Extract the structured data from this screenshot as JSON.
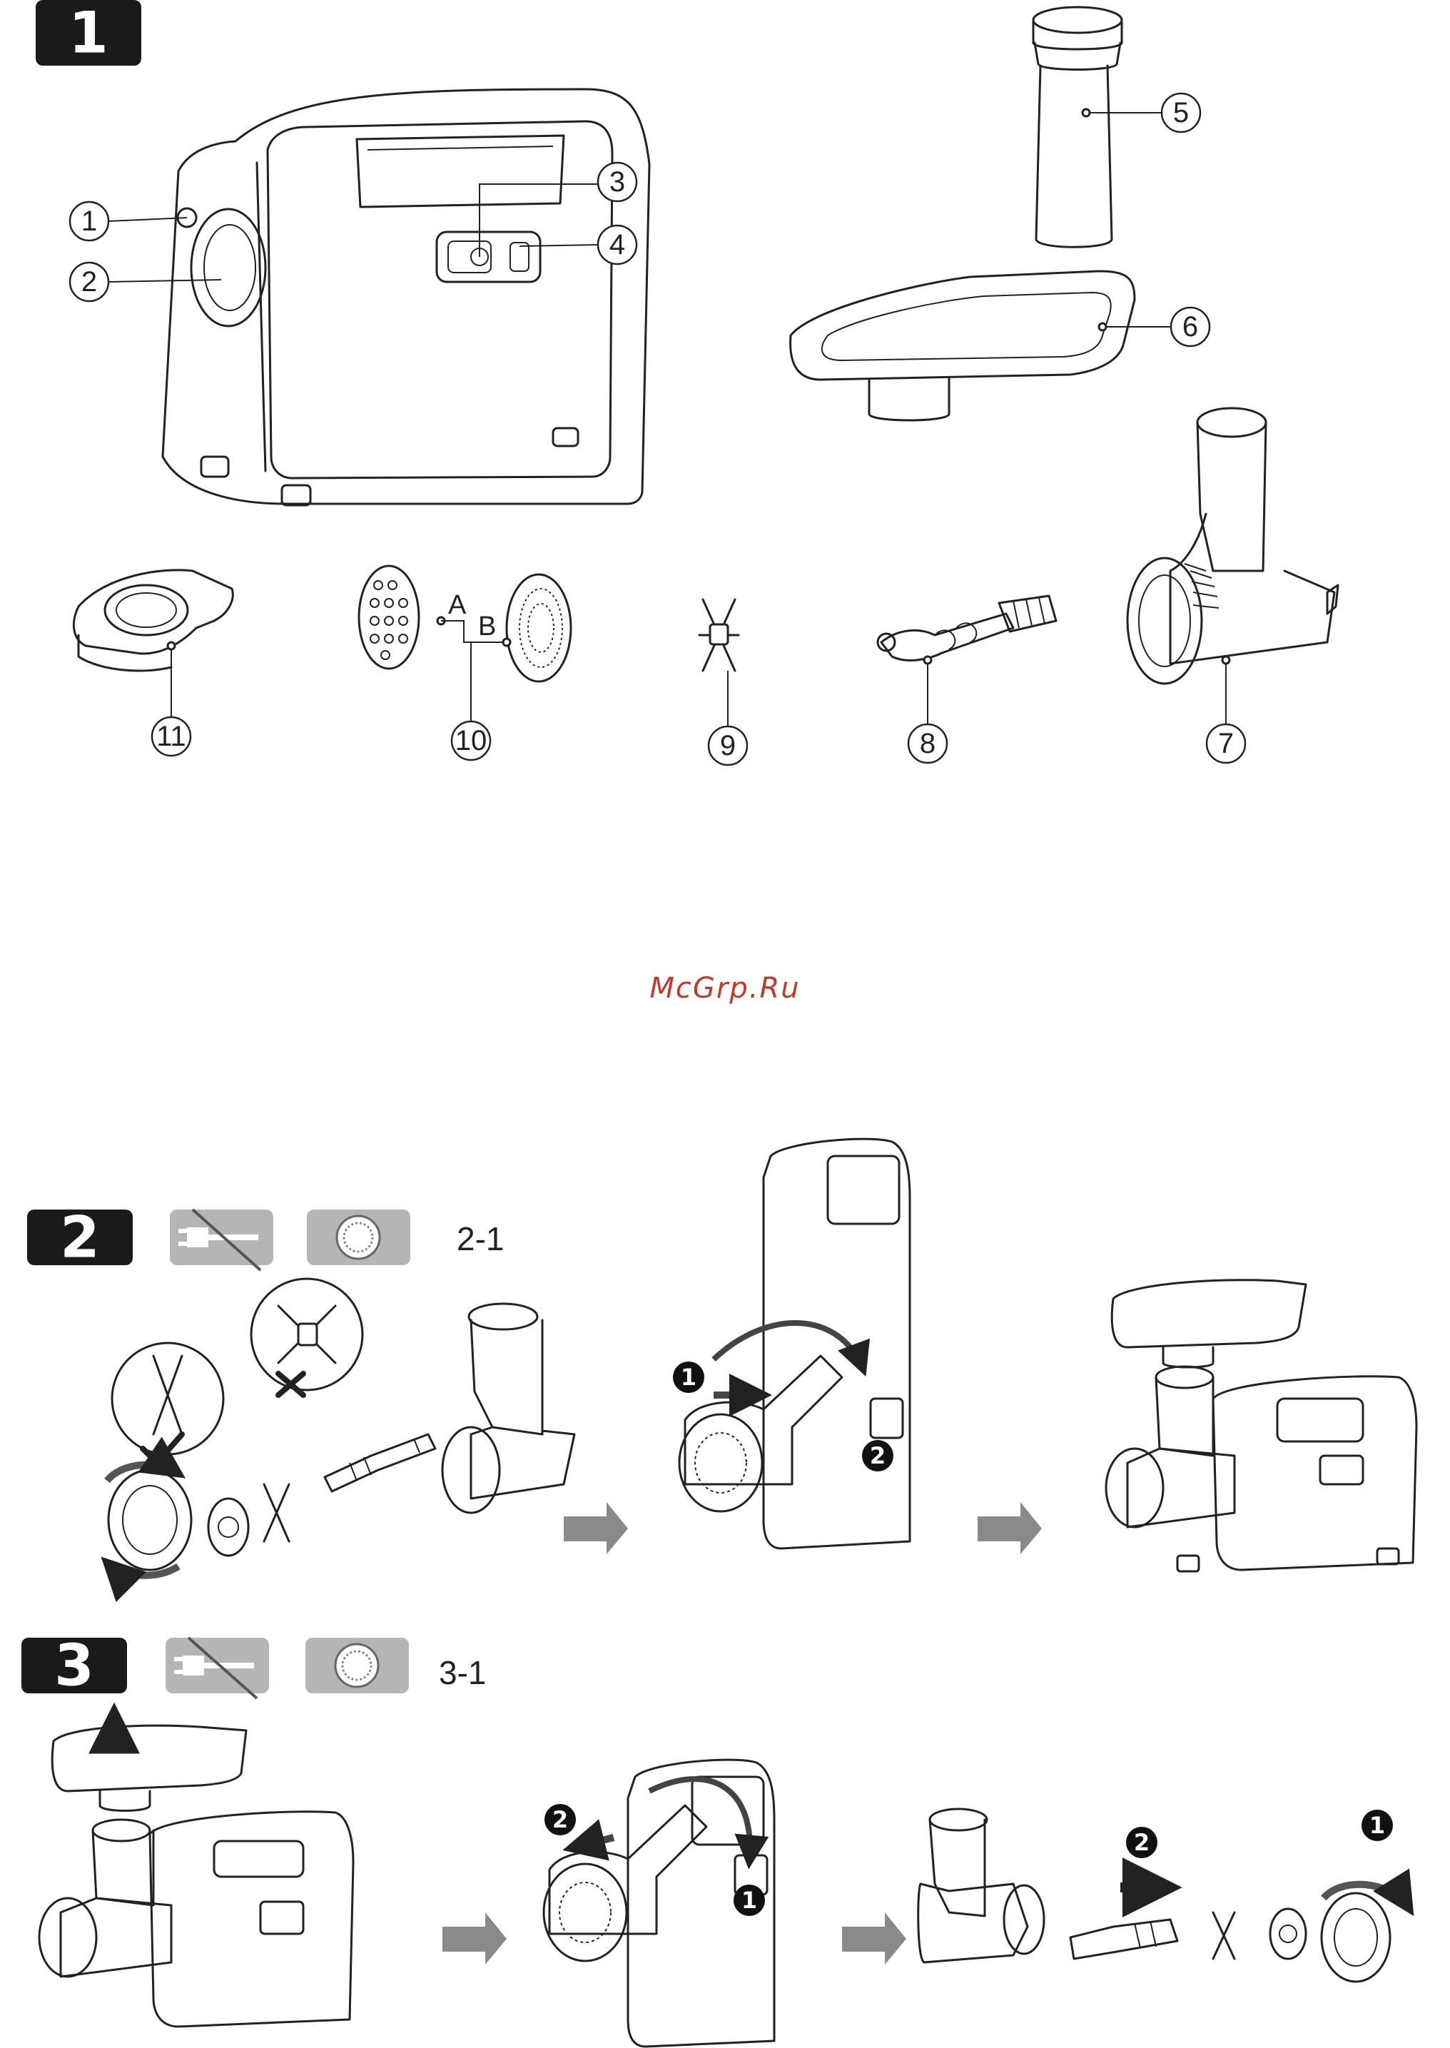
{
  "step1": {
    "badge": "1",
    "callouts": [
      "1",
      "2",
      "3",
      "4",
      "5",
      "6",
      "7",
      "8",
      "9",
      "10",
      "11"
    ],
    "plate_labels": {
      "a": "A",
      "b": "B"
    }
  },
  "watermark": "McGrp.Ru",
  "step2": {
    "badge": "2",
    "substep": "2-1",
    "icons": [
      "unplug-icon",
      "disc-icon"
    ],
    "badges": [
      "1",
      "2"
    ]
  },
  "step3": {
    "badge": "3",
    "substep": "3-1",
    "icons": [
      "unplug-icon",
      "disc-icon"
    ],
    "badges": [
      "1",
      "2"
    ]
  }
}
